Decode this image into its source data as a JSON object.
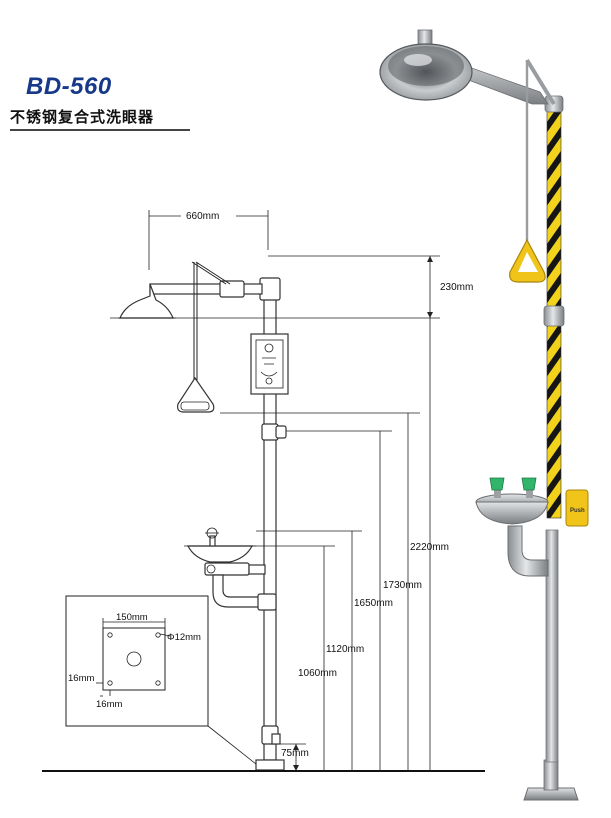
{
  "header": {
    "model": "BD-560",
    "subtitle": "不锈钢复合式洗眼器"
  },
  "dimensions": {
    "width_head": "660mm",
    "head_drop": "230mm",
    "height_total": "2220mm",
    "height_shower": "1730mm",
    "height_pull": "1650mm",
    "height_bowl": "1120mm",
    "height_eyewash": "1060mm",
    "height_base": "75mm",
    "base_span": "150mm",
    "hole_dia": "Φ12mm",
    "edge_left": "16mm",
    "edge_bottom": "16mm"
  },
  "sign": {
    "label": "Push"
  },
  "colors": {
    "steel": "#b9bcbf",
    "steel_dark": "#7d8184",
    "stripe_yellow": "#f2d21a",
    "stripe_black": "#151515",
    "handle_yellow": "#f0c419",
    "nozzle_green": "#32b56a",
    "title_blue": "#16398a"
  }
}
